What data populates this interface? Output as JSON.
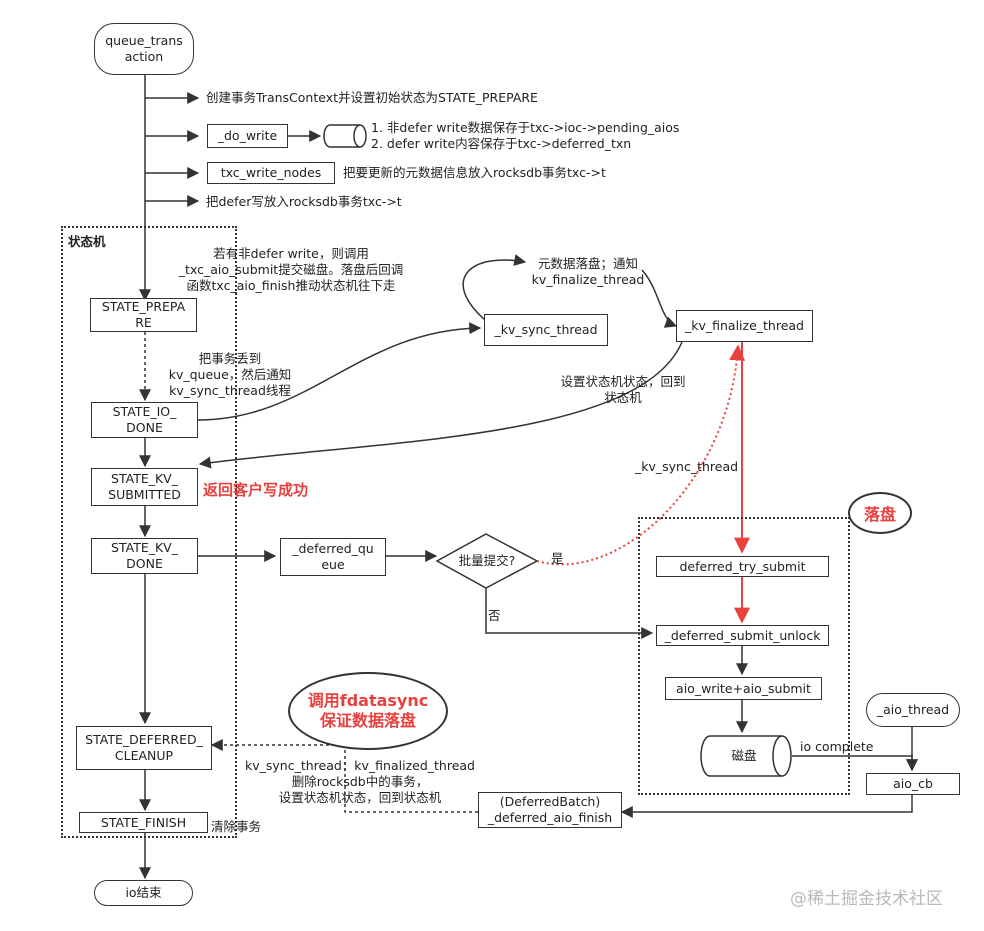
{
  "nodes": {
    "queue_transaction": "queue_trans\naction",
    "do_write": "_do_write",
    "txc_write_nodes": "txc_write_nodes",
    "state_prepare": "STATE_PREPA\nRE",
    "state_io_done": "STATE_IO_\nDONE",
    "state_kv_submitted": "STATE_KV_\nSUBMITTED",
    "state_kv_done": "STATE_KV_\nDONE",
    "state_deferred_cleanup": "STATE_DEFERRED_\nCLEANUP",
    "state_finish": "STATE_FINISH",
    "io_end": "io结束",
    "kv_sync_thread": "_kv_sync_thread",
    "kv_finalize_thread": "_kv_finalize_thread",
    "deferred_queue": "_deferred_qu\neue",
    "batch_submit": "批量提交?",
    "deferred_try_submit": "deferred_try_submit",
    "deferred_submit_unlock": "_deferred_submit_unlock",
    "aio_write_submit": "aio_write+aio_submit",
    "disk": "磁盘",
    "aio_thread": "_aio_thread",
    "aio_cb": "aio_cb",
    "deferred_aio_finish": "(DeferredBatch)\n_deferred_aio_finish"
  },
  "labels": {
    "create_txn": "创建事务TransContext并设置初始状态为STATE_PREPARE",
    "non_defer_write": "1. 非defer write数据保存于txc->ioc->pending_aios",
    "defer_write": "2. defer write内容保存于txc->deferred_txn",
    "metadata_rocksdb": "把要更新的元数据信息放入rocksdb事务txc->t",
    "defer_rocksdb": "把defer写放入rocksdb事务txc->t",
    "state_machine_title": "状态机",
    "aio_submit_note": "若有非defer write，则调用\n_txc_aio_submit提交磁盘。落盘后回调\n函数txc_aio_finish推动状态机往下走",
    "metadata_persist": "元数据落盘；通知\nkv_finalize_thread",
    "kv_queue_note": "把事务丢到\nkv_queue，然后通知\nkv_sync_thread线程",
    "set_state_back": "设置状态机状态，回到\n状态机",
    "kv_sync_thread_label": "_kv_sync_thread",
    "return_client": "返回客户写成功",
    "flush_disk": "落盘",
    "yes": "是",
    "no": "否",
    "fdatasync": "调用fdatasync\n保证数据落盘",
    "io_complete": "io complete",
    "cleanup_note": "kv_sync_thread：kv_finalized_thread\n删除rocksdb中的事务，\n设置状态机状态，回到状态机",
    "clear_txn": "清除事务",
    "watermark": "@稀土掘金技术社区"
  },
  "colors": {
    "line": "#333333",
    "accent": "#e8413e"
  }
}
